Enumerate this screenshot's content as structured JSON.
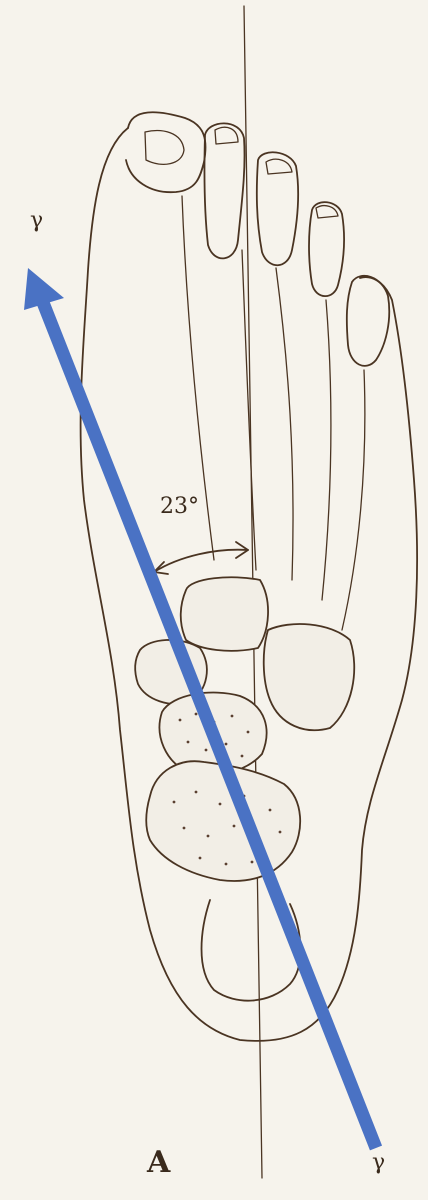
{
  "figure": {
    "angle_label": "23°",
    "panel_label": "A",
    "axis_mark_top": "γ",
    "axis_mark_bottom": "γ"
  },
  "colors": {
    "ink": "#4a3422",
    "axis_arrow": "#4a72c4",
    "paper": "#f6f3ec"
  }
}
